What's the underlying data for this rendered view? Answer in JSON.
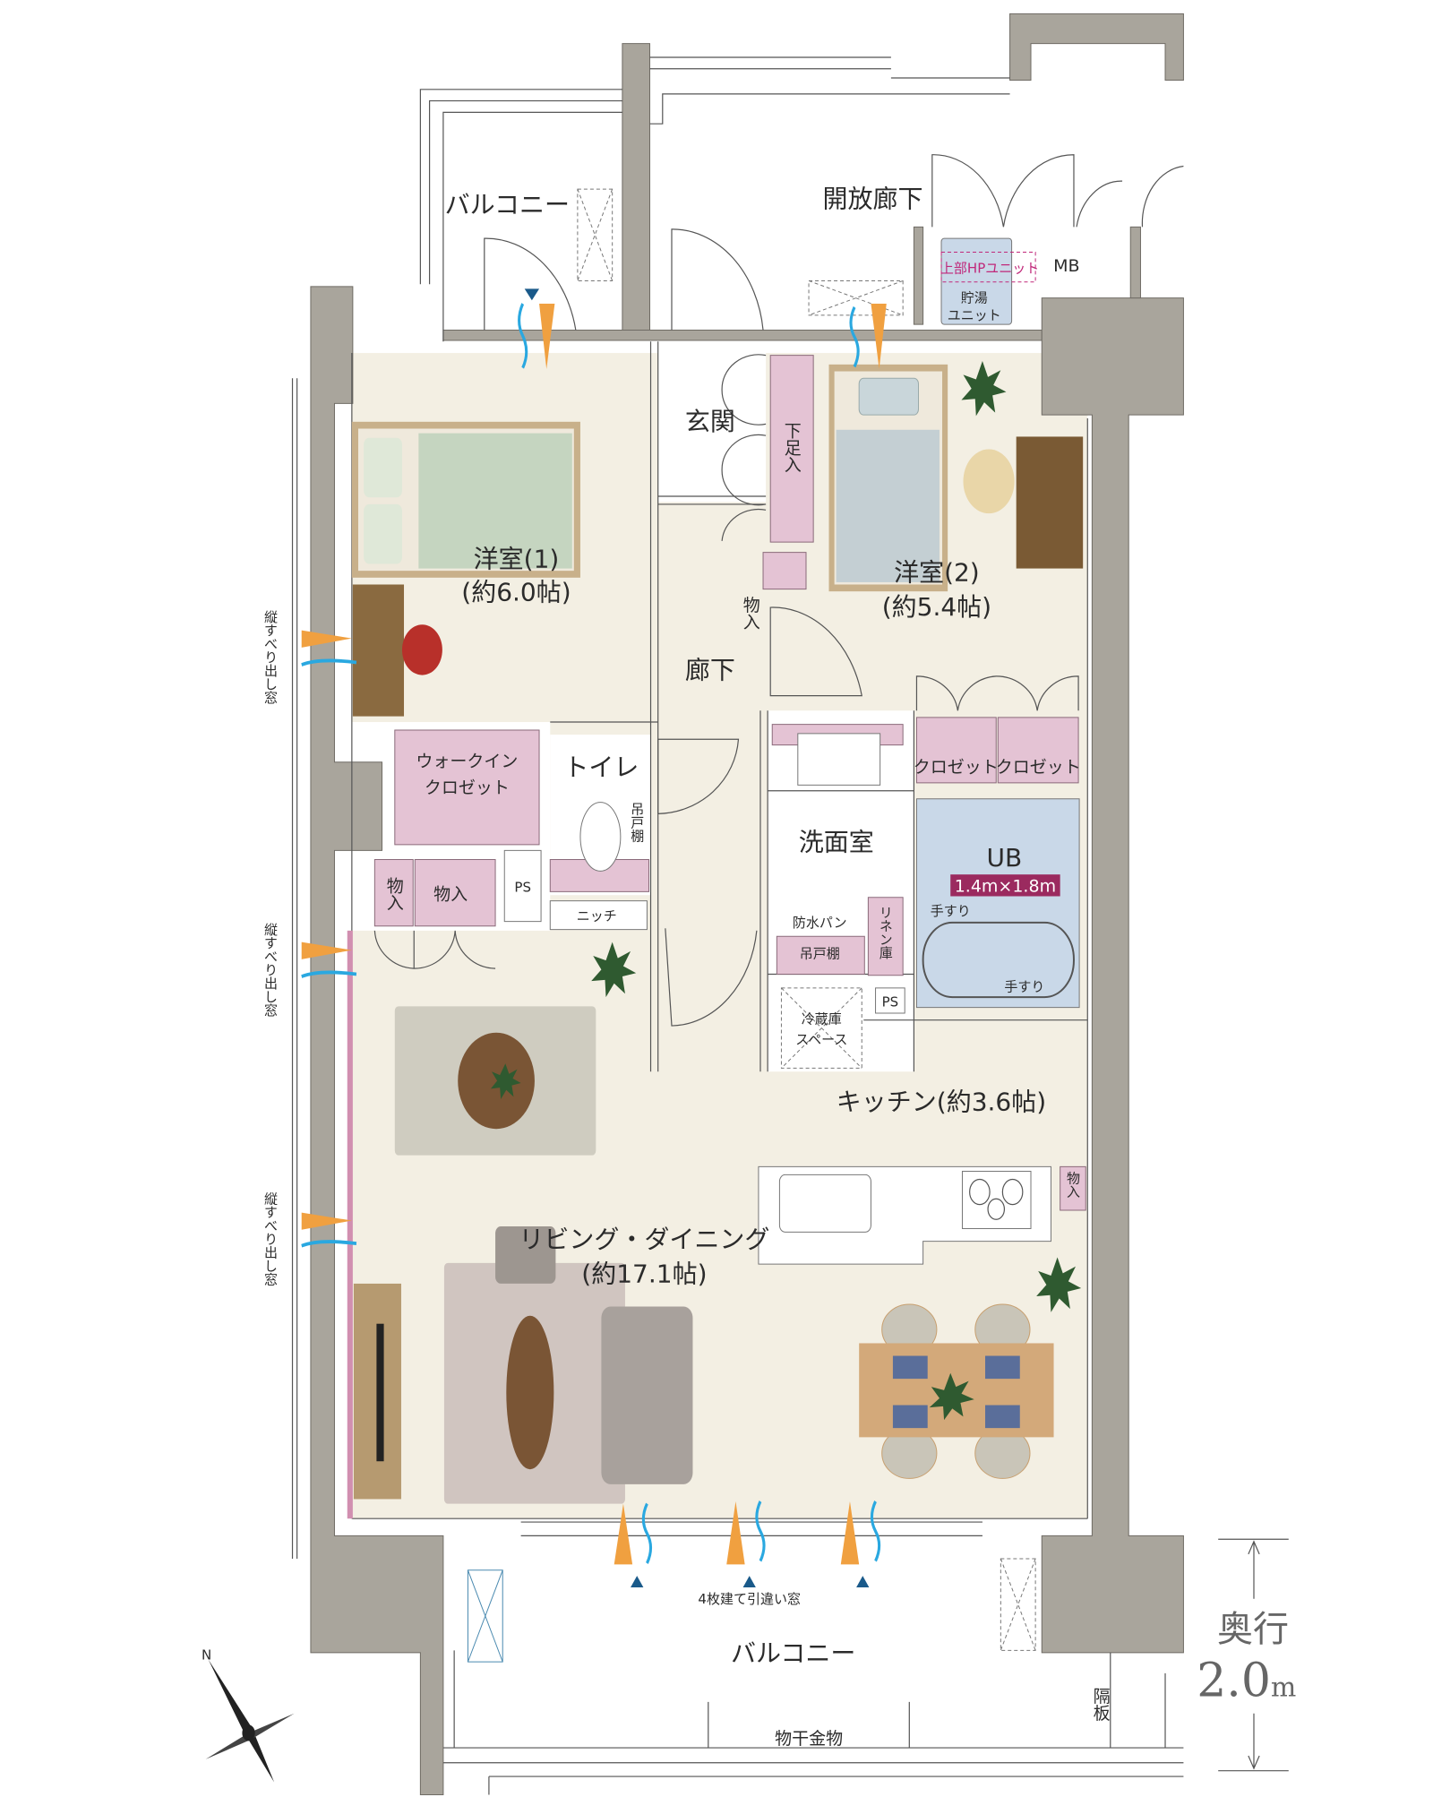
{
  "colors": {
    "floor": "#f3efe3",
    "wall": "#a9a59c",
    "storage": "#e4c3d4",
    "bath": "#c9d8e8",
    "accent": "#9b2a5f",
    "airflow_in": "#f0a040",
    "airflow_out": "#2aa8e0"
  },
  "labels": {
    "balcony_top": "バルコニー",
    "open_corridor": "開放廊下",
    "hp_unit": "上部HPユニット",
    "mb": "MB",
    "hot_water_1": "貯湯",
    "hot_water_2": "ユニット",
    "entrance": "玄関",
    "shoe_storage": "下足入",
    "bedroom1": "洋室(1)",
    "bedroom1_size": "(約6.0帖)",
    "bedroom2": "洋室(2)",
    "bedroom2_size": "(約5.4帖)",
    "storage_hall": "物入",
    "hallway": "廊下",
    "walk_in_1": "ウォークイン",
    "walk_in_2": "クロゼット",
    "toilet": "トイレ",
    "hanging_shelf_toilet": "吊戸棚",
    "storage_v": "物入",
    "storage_h": "物入",
    "ps_left": "PS",
    "niche": "ニッチ",
    "washroom": "洗面室",
    "closet_1": "クロゼット",
    "closet_2": "クロゼット",
    "ub": "UB",
    "ub_size": "1.4m×1.8m",
    "handrail_1": "手すり",
    "handrail_2": "手すり",
    "waterproof_pan": "防水パン",
    "hanging_shelf_wash": "吊戸棚",
    "linen": "リネン庫",
    "ps_right": "PS",
    "fridge_1": "冷蔵庫",
    "fridge_2": "スペース",
    "kitchen": "キッチン(約3.6帖)",
    "storage_kitchen": "物入",
    "living": "リビング・ダイニング",
    "living_size": "(約17.1帖)",
    "window_1": "縦すべり出し窓",
    "window_2": "縦すべり出し窓",
    "window_3": "縦すべり出し窓",
    "sliding_window": "4枚建て引違い窓",
    "balcony_bottom": "バルコニー",
    "partition": "隔板",
    "drying_rack": "物干金物",
    "depth_label": "奥行",
    "depth_value": "2.0",
    "depth_unit": "m",
    "north": "N"
  }
}
